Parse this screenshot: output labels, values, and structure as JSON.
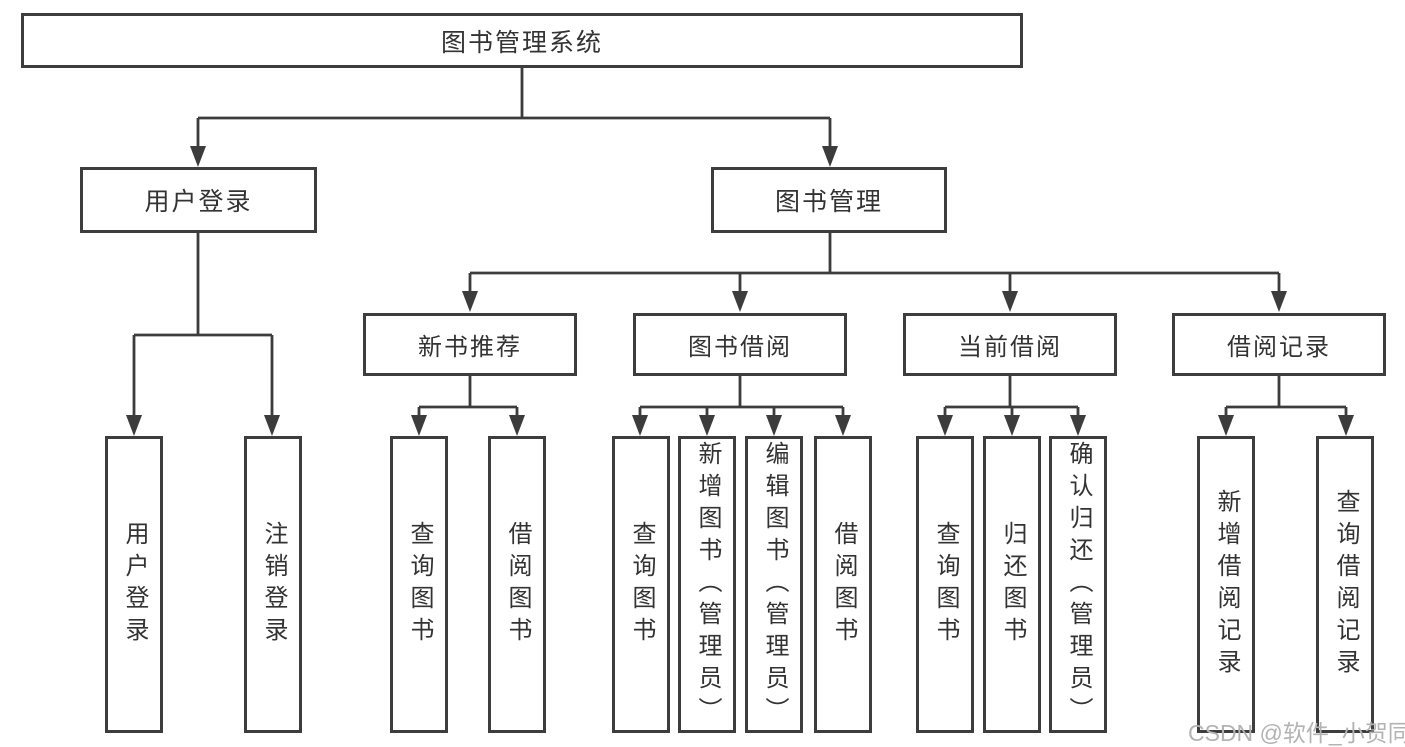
{
  "diagram": {
    "root": {
      "label": "图书管理系统"
    },
    "level2": [
      {
        "label": "用户登录"
      },
      {
        "label": "图书管理"
      }
    ],
    "level3": [
      {
        "label": "新书推荐"
      },
      {
        "label": "图书借阅"
      },
      {
        "label": "当前借阅"
      },
      {
        "label": "借阅记录"
      }
    ],
    "leaves": [
      {
        "label": "用户登录"
      },
      {
        "label": "注销登录"
      },
      {
        "label": "查询图书"
      },
      {
        "label": "借阅图书"
      },
      {
        "label": "查询图书"
      },
      {
        "label": "新增图书（管理员）"
      },
      {
        "label": "编辑图书（管理员）"
      },
      {
        "label": "借阅图书"
      },
      {
        "label": "查询图书"
      },
      {
        "label": "归还图书"
      },
      {
        "label": "确认归还（管理员）"
      },
      {
        "label": "新增借阅记录"
      },
      {
        "label": "查询借阅记录"
      }
    ]
  },
  "watermark": {
    "text": "CSDN @软件_小贺同学"
  },
  "colors": {
    "line": "#3c3c3c",
    "box_border": "#3d3d3d",
    "text": "#333333",
    "watermark": "#b3b3b3",
    "background": "#ffffff"
  }
}
